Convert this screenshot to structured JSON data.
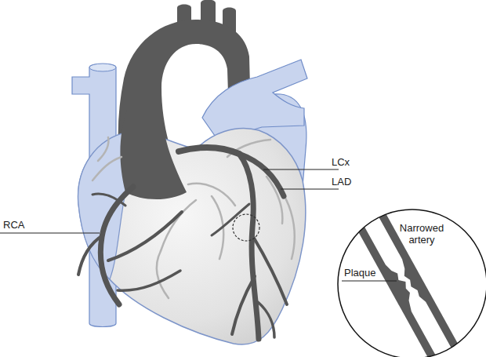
{
  "diagram": {
    "labels": [
      "LCx",
      "LAD",
      "RCA",
      "Narrowed artery",
      "Plaque"
    ]
  }
}
